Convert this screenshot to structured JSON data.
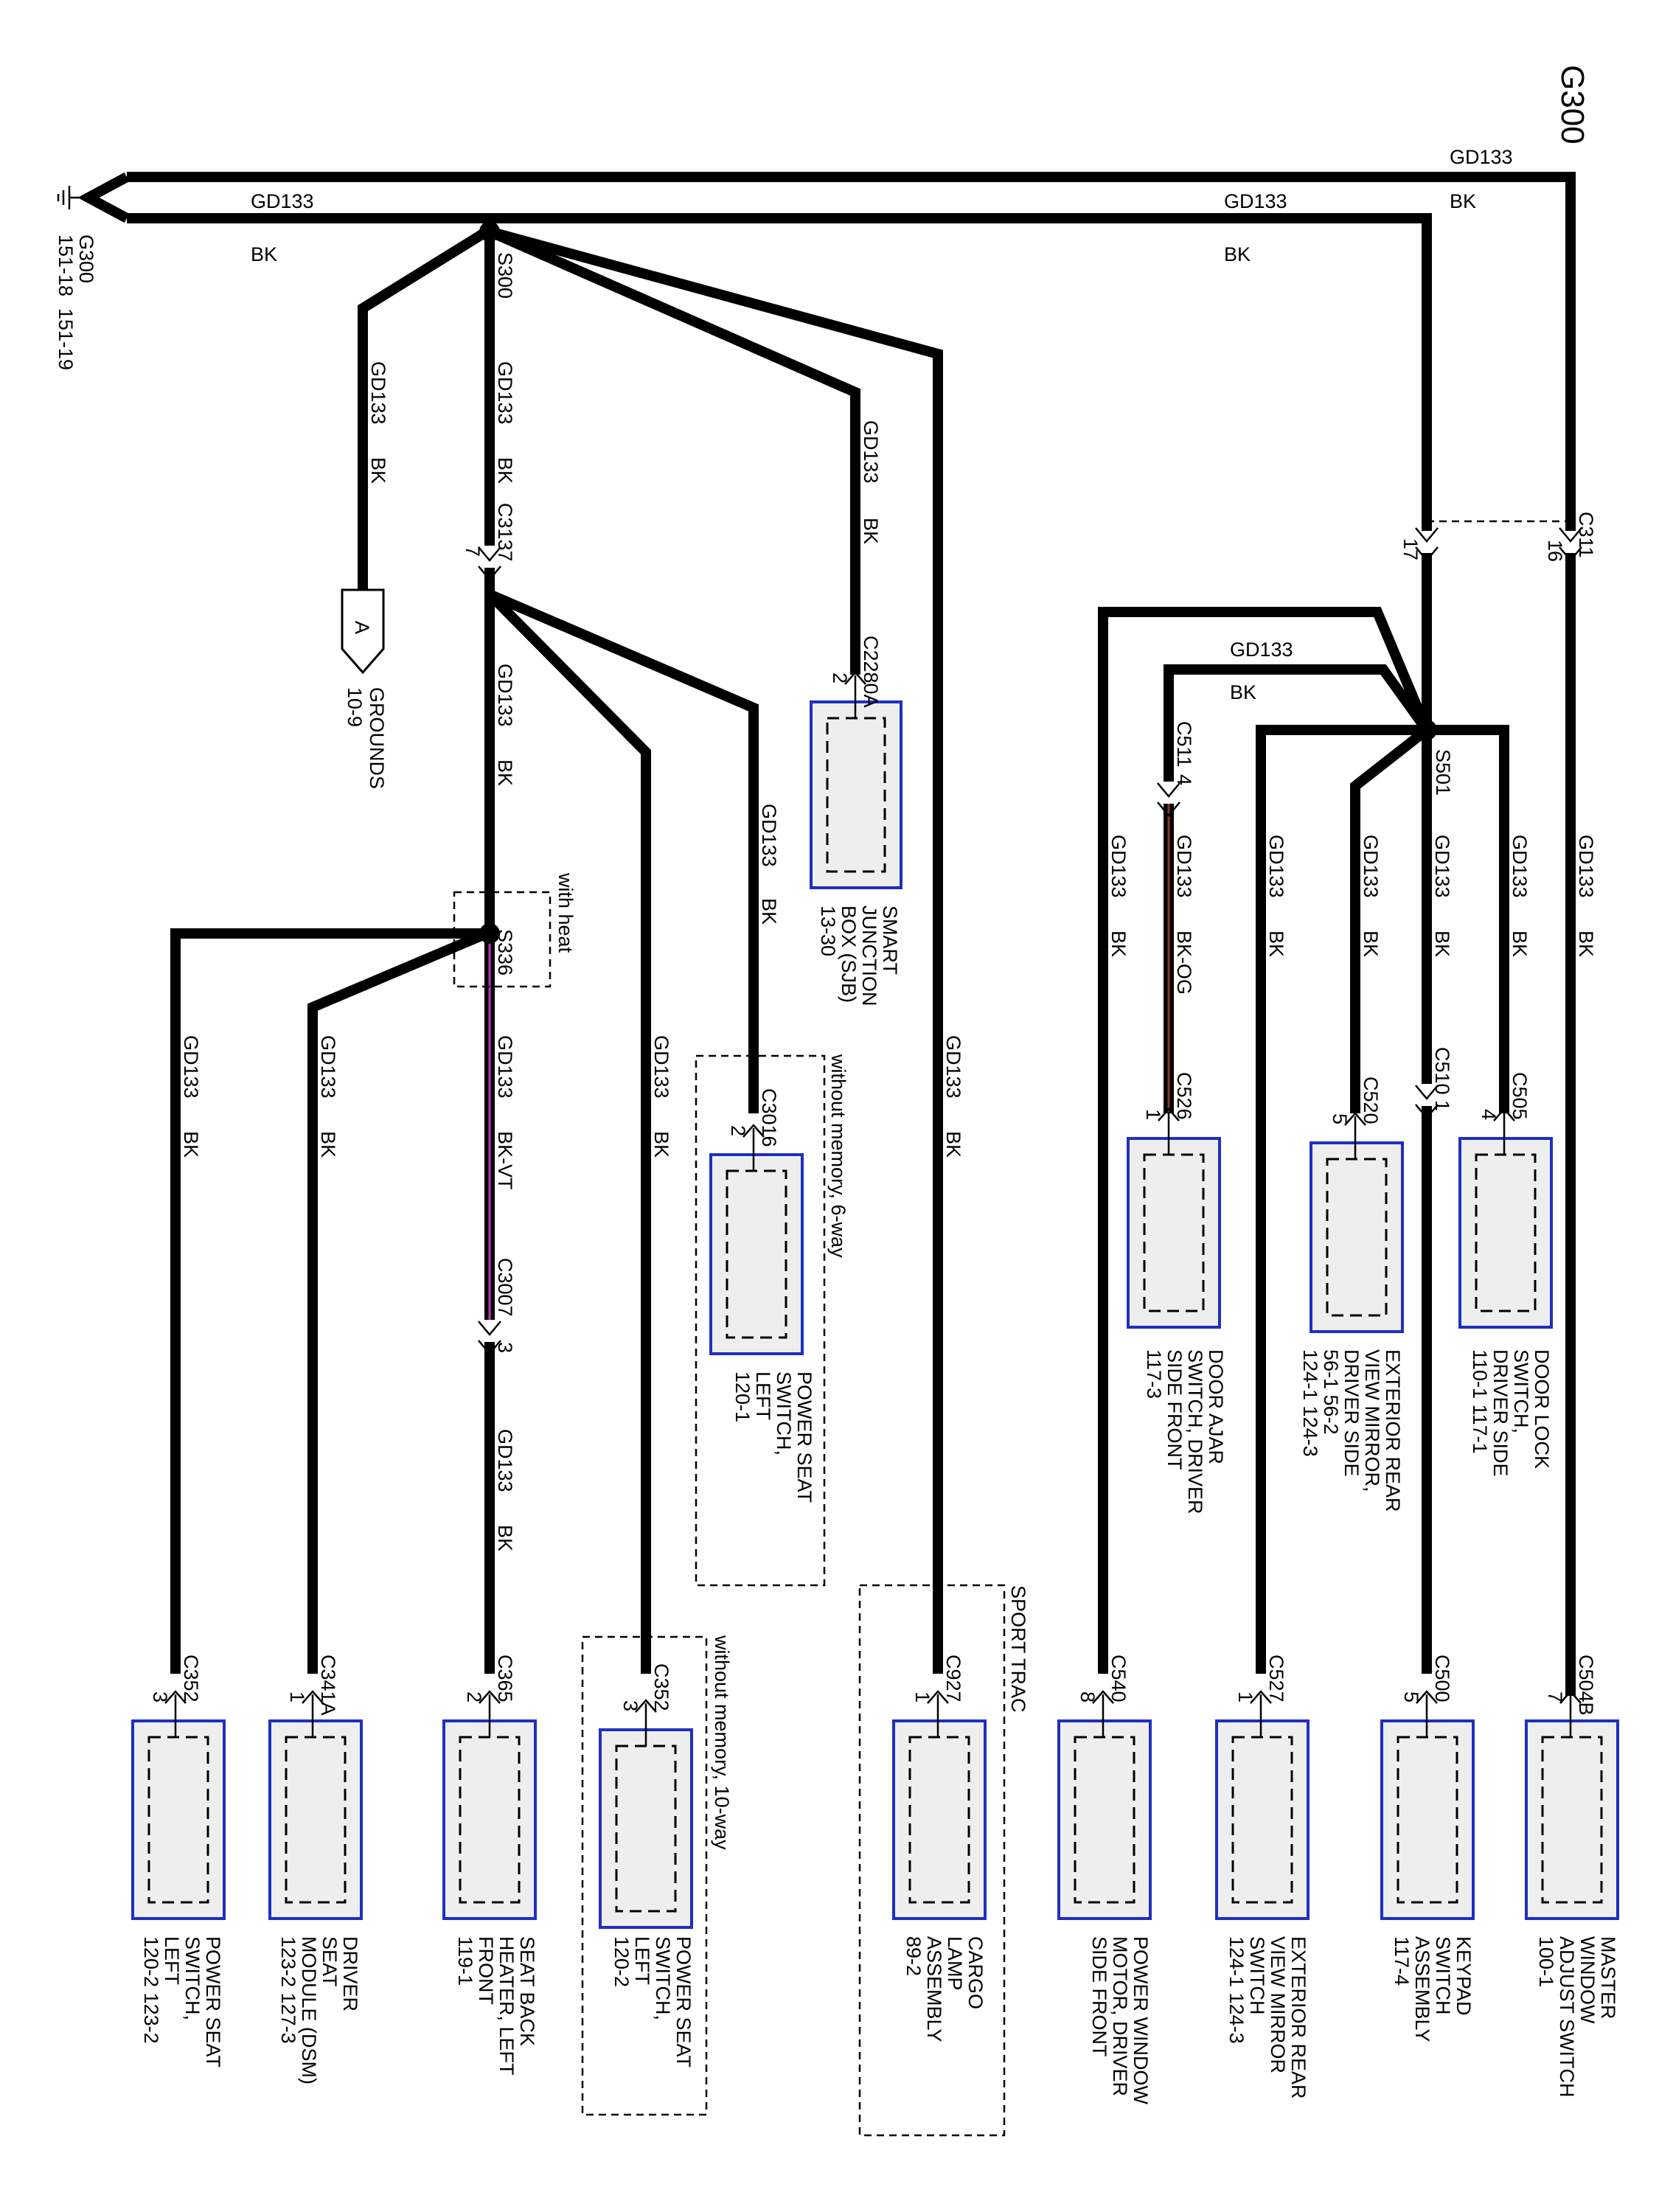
{
  "title": "G300",
  "ground": {
    "name": "G300",
    "refs": [
      "151-18",
      "151-19"
    ]
  },
  "splices": {
    "s300": "S300",
    "s336": "S336",
    "s501": "S501",
    "with_heat": "with heat"
  },
  "wire": {
    "circuit": "GD133",
    "color": "BK",
    "color_og": "BK-OG",
    "color_vt": "BK-VT"
  },
  "colors": {
    "wire": "#000000",
    "component_border": "#1f2fc0",
    "component_fill": "#eeeeee",
    "bk_og_stripe": "#8a3b2a",
    "bk_vt_stripe": "#c034c0"
  },
  "connectors": {
    "c311": "C311",
    "c311_pin16": "16",
    "c311_pin17": "17",
    "c3137": "C3137",
    "c3137_pin": "7",
    "c2280a": "C2280A",
    "c2280a_pin": "2",
    "c3016": "C3016",
    "c3016_pin": "2",
    "c3007": "C3007",
    "c3007_pin": "3",
    "c511": "C511",
    "c511_pin": "4",
    "c510": "C510",
    "c510_pin": "1",
    "c526": "C526",
    "c526_pin": "1",
    "c520": "C520",
    "c520_pin": "5",
    "c505": "C505",
    "c505_pin": "4",
    "c352a": "C352",
    "c352a_pin": "3",
    "c341a": "C341A",
    "c341a_pin": "1",
    "c365": "C365",
    "c365_pin": "2",
    "c352b": "C352",
    "c352b_pin": "3",
    "c927": "C927",
    "c927_pin": "1",
    "c540": "C540",
    "c540_pin": "8",
    "c527": "C527",
    "c527_pin": "1",
    "c500": "C500",
    "c500_pin": "5",
    "c504b": "C504B",
    "c504b_pin": "7"
  },
  "grounds_ref": {
    "letter": "A",
    "lines": [
      "GROUNDS",
      "10-9"
    ]
  },
  "notes": {
    "without_memory_6way": "without memory, 6-way",
    "without_memory_10way": "without memory, 10-way",
    "sport_trac": "SPORT TRAC"
  },
  "components": [
    {
      "id": "sjb",
      "lines": [
        "SMART",
        "JUNCTION",
        "BOX (SJB)",
        "13-30"
      ]
    },
    {
      "id": "pss6",
      "lines": [
        "POWER SEAT",
        "SWITCH,",
        "LEFT",
        "120-1"
      ]
    },
    {
      "id": "door_ajar",
      "lines": [
        "DOOR AJAR",
        "SWITCH, DRIVER",
        "SIDE FRONT",
        "117-3"
      ]
    },
    {
      "id": "mirror_top",
      "lines": [
        "EXTERIOR REAR",
        "VIEW MIRROR,",
        "DRIVER SIDE",
        "56-1    56-2",
        "124-1   124-3"
      ]
    },
    {
      "id": "door_lock",
      "lines": [
        "DOOR LOCK",
        "SWITCH,",
        "DRIVER SIDE",
        "110-1    117-1"
      ]
    },
    {
      "id": "pss_a",
      "lines": [
        "POWER SEAT",
        "SWITCH,",
        "LEFT",
        "120-2   123-2"
      ]
    },
    {
      "id": "dsm",
      "lines": [
        "DRIVER",
        "SEAT",
        "MODULE (DSM)",
        "123-2    127-3"
      ]
    },
    {
      "id": "seat_heater",
      "lines": [
        "SEAT BACK",
        "HEATER, LEFT",
        "FRONT",
        "119-1"
      ]
    },
    {
      "id": "pss10",
      "lines": [
        "POWER SEAT",
        "SWITCH,",
        "LEFT",
        "120-2"
      ]
    },
    {
      "id": "cargo",
      "lines": [
        "CARGO",
        "LAMP",
        "ASSEMBLY",
        "89-2"
      ]
    },
    {
      "id": "pwr_window",
      "lines": [
        "POWER WINDOW",
        "MOTOR, DRIVER",
        "SIDE FRONT"
      ]
    },
    {
      "id": "mirror_bottom",
      "lines": [
        "EXTERIOR REAR",
        "VIEW MIRROR",
        "SWITCH",
        "124-1    124-3"
      ]
    },
    {
      "id": "keypad",
      "lines": [
        "KEYPAD",
        "SWITCH",
        "ASSEMBLY",
        "117-4"
      ]
    },
    {
      "id": "master_window",
      "lines": [
        "MASTER",
        "WINDOW",
        "ADJUST SWITCH",
        "100-1"
      ]
    }
  ]
}
